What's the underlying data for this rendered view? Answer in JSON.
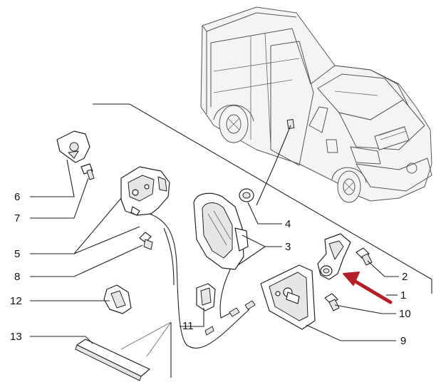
{
  "callouts": [
    {
      "id": "1",
      "text": "1"
    },
    {
      "id": "2",
      "text": "2"
    },
    {
      "id": "3",
      "text": "3"
    },
    {
      "id": "4",
      "text": "4"
    },
    {
      "id": "5",
      "text": "5"
    },
    {
      "id": "6",
      "text": "6"
    },
    {
      "id": "7",
      "text": "7"
    },
    {
      "id": "8",
      "text": "8"
    },
    {
      "id": "9",
      "text": "9"
    },
    {
      "id": "10",
      "text": "10"
    },
    {
      "id": "11",
      "text": "11"
    },
    {
      "id": "12",
      "text": "12"
    },
    {
      "id": "13",
      "text": "13"
    }
  ],
  "colors": {
    "line": "#222222",
    "highlight_arrow": "#b3202a",
    "background": "#ffffff"
  },
  "icons": {
    "pointer": "highlight-arrow-icon",
    "vehicle": "van-illustration"
  }
}
